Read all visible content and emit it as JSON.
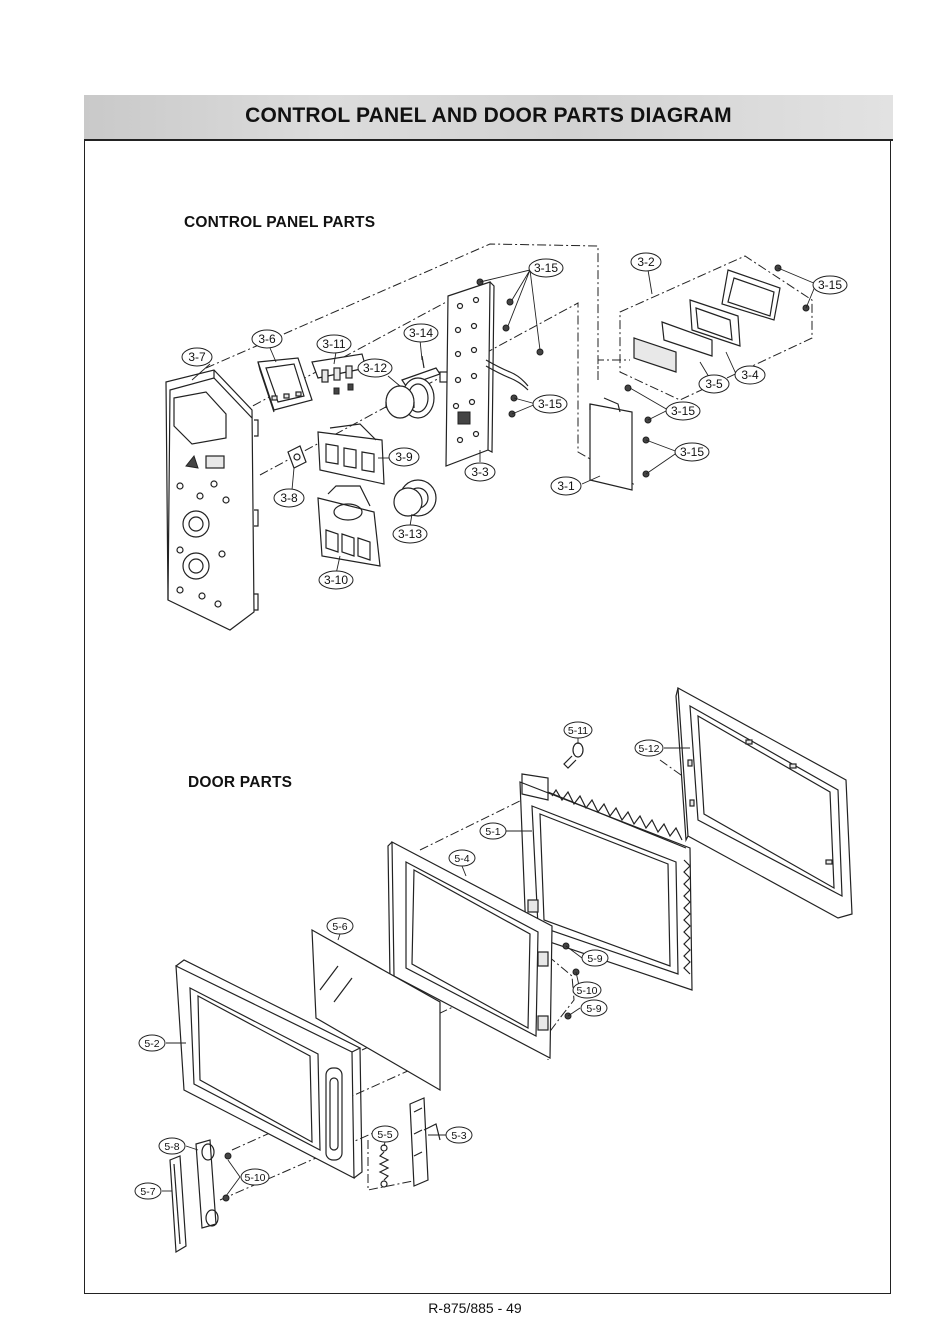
{
  "title": "CONTROL PANEL AND DOOR PARTS DIAGRAM",
  "sections": {
    "control_panel": "CONTROL PANEL PARTS",
    "door": "DOOR PARTS"
  },
  "labels": {
    "p3_1": "3-1",
    "p3_2": "3-2",
    "p3_3": "3-3",
    "p3_4": "3-4",
    "p3_5": "3-5",
    "p3_6": "3-6",
    "p3_7": "3-7",
    "p3_8": "3-8",
    "p3_9": "3-9",
    "p3_10": "3-10",
    "p3_11": "3-11",
    "p3_12": "3-12",
    "p3_13": "3-13",
    "p3_14": "3-14",
    "p3_15": "3-15",
    "p5_1": "5-1",
    "p5_2": "5-2",
    "p5_3": "5-3",
    "p5_4": "5-4",
    "p5_5": "5-5",
    "p5_6": "5-6",
    "p5_7": "5-7",
    "p5_8": "5-8",
    "p5_9": "5-9",
    "p5_10": "5-10",
    "p5_11": "5-11",
    "p5_12": "5-12"
  },
  "footer": "R-875/885 - 49"
}
